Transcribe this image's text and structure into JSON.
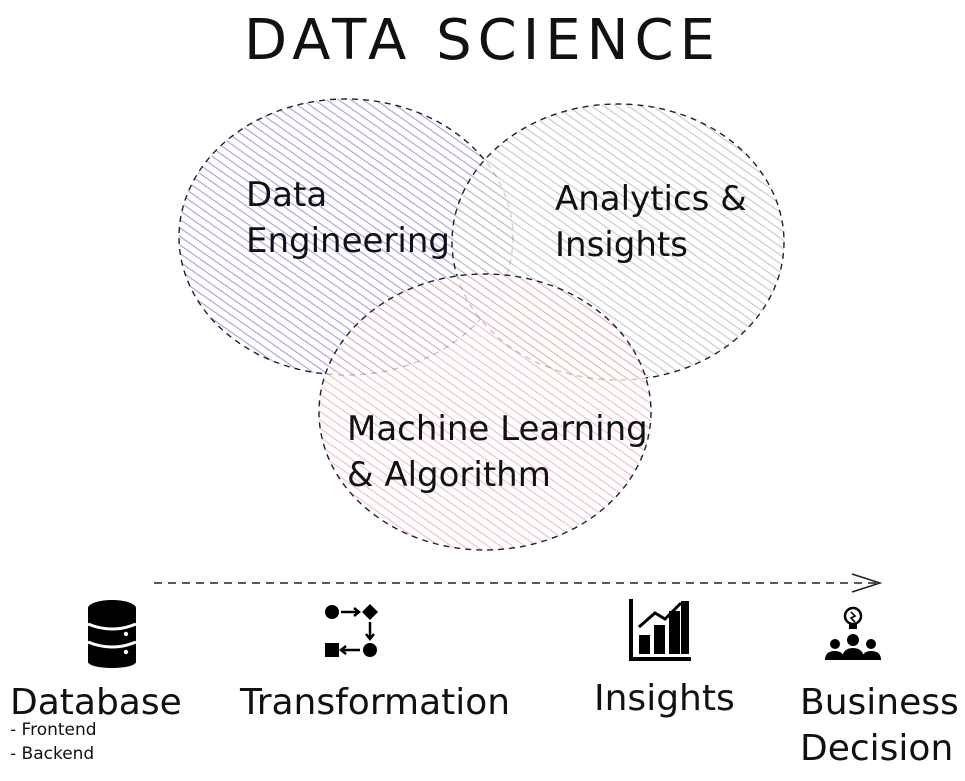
{
  "title": "DATA SCIENCE",
  "venn": {
    "circles": [
      {
        "label": "Data\nEngineering",
        "color": "#7a63d8"
      },
      {
        "label": "Analytics &\nInsights",
        "color": "#a8a8a8"
      },
      {
        "label": "Machine Learning\n& Algorithm",
        "color": "#ee8f96"
      }
    ]
  },
  "pipeline": {
    "steps": [
      {
        "label": "Database",
        "icon": "database-icon",
        "sub_items": [
          "- Frontend",
          "- Backend"
        ]
      },
      {
        "label": "Transformation",
        "icon": "transformation-flow-icon"
      },
      {
        "label": "Insights",
        "icon": "bar-chart-icon"
      },
      {
        "label": "Business\nDecision",
        "icon": "team-idea-icon"
      }
    ]
  }
}
